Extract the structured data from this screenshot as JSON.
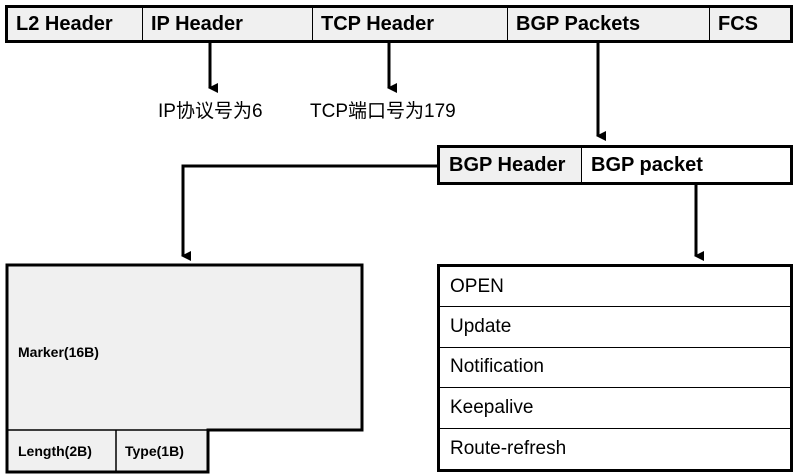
{
  "packet": {
    "fields": [
      {
        "label": "L2 Header"
      },
      {
        "label": "IP Header"
      },
      {
        "label": "TCP Header"
      },
      {
        "label": "BGP Packets"
      },
      {
        "label": "FCS"
      }
    ]
  },
  "notes": {
    "ip_protocol": "IP协议号为6",
    "tcp_port": "TCP端口号为179"
  },
  "bgp_packet": {
    "header_label": "BGP Header",
    "packet_label": "BGP packet"
  },
  "bgp_header": {
    "marker": "Marker(16B)",
    "length": "Length(2B)",
    "type": "Type(1B)"
  },
  "message_types": [
    {
      "label": "OPEN"
    },
    {
      "label": "Update"
    },
    {
      "label": "Notification"
    },
    {
      "label": "Keepalive"
    },
    {
      "label": "Route-refresh"
    }
  ]
}
